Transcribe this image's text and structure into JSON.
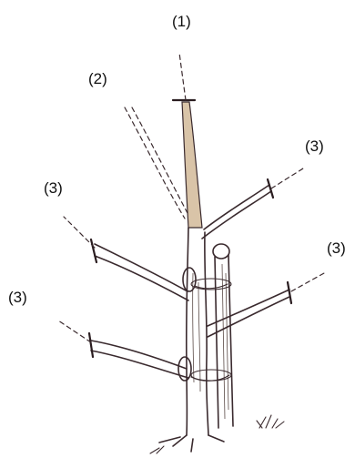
{
  "labels": {
    "leader": "(1)",
    "competitor": "(2)",
    "scaffold_upper_right": "(3)",
    "scaffold_upper_left": "(3)",
    "scaffold_mid_right": "(3)",
    "scaffold_lower_left": "(3)"
  }
}
